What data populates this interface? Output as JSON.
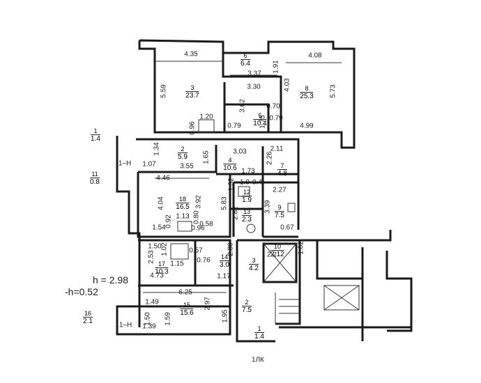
{
  "plan": {
    "height_note": "h = 2.98",
    "depth_note": "-h=0.52",
    "exit_label": "1ЛК",
    "rooms": [
      {
        "id": "room-3a",
        "num": "3",
        "area": "23.7"
      },
      {
        "id": "room-6",
        "num": "6",
        "area": "6.4"
      },
      {
        "id": "room-8",
        "num": "8",
        "area": "25.3"
      },
      {
        "id": "room-5a",
        "num": "5",
        "area": "10.4"
      },
      {
        "id": "room-1",
        "num": "1",
        "area": "1.4"
      },
      {
        "id": "room-11",
        "num": "11",
        "area": "0.8"
      },
      {
        "id": "room-2a",
        "num": "2",
        "area": "5.9"
      },
      {
        "id": "room-4a",
        "num": "4",
        "area": "10.6"
      },
      {
        "id": "room-7",
        "num": "7",
        "area": "4.8"
      },
      {
        "id": "room-18",
        "num": "18",
        "area": "16.5"
      },
      {
        "id": "room-12",
        "num": "12",
        "area": "1.9"
      },
      {
        "id": "room-13",
        "num": "13",
        "area": "2.3"
      },
      {
        "id": "room-9",
        "num": "9",
        "area": "7.5"
      },
      {
        "id": "room-17",
        "num": "17",
        "area": "10.3"
      },
      {
        "id": "room-14",
        "num": "14",
        "area": "3.0"
      },
      {
        "id": "room-3b",
        "num": "3",
        "area": "4.2"
      },
      {
        "id": "room-10",
        "num": "10",
        "area": "2.12"
      },
      {
        "id": "room-15",
        "num": "15",
        "area": "15.6"
      },
      {
        "id": "room-16",
        "num": "16",
        "area": "2.1"
      },
      {
        "id": "room-2b",
        "num": "2",
        "area": "7.5"
      },
      {
        "id": "room-1b",
        "num": "1",
        "area": "1.4"
      }
    ],
    "dimensions": [
      "4.35",
      "5.59",
      "3.37",
      "1.91",
      "4.08",
      "4.03",
      "5.73",
      "3.30",
      "3.62",
      "0.70",
      "0.79",
      "1.75",
      "0.79",
      "4.99",
      "1.20",
      "0.96",
      "1.34",
      "1.07",
      "1.65",
      "3.55",
      "3.03",
      "2.11",
      "2.26",
      "1.73",
      "1.0",
      "0.4",
      "1.32",
      "2.27",
      "4.46",
      "4.04",
      "3.92",
      "5.83",
      "2.82",
      "3.39",
      "1.13",
      "0.92",
      "0.80",
      "1.54",
      "0.58",
      "0.96",
      "0.67",
      "1.50",
      "1.02",
      "0.57",
      "2.53",
      "1.15",
      "0.76",
      "2.80",
      "4.73",
      "1.17",
      "2.2",
      "6.25",
      "1.49",
      "2.97",
      "1.50",
      "1.59",
      "1.95",
      "1.39",
      "1.02",
      "1–Н",
      "1–Н"
    ]
  }
}
